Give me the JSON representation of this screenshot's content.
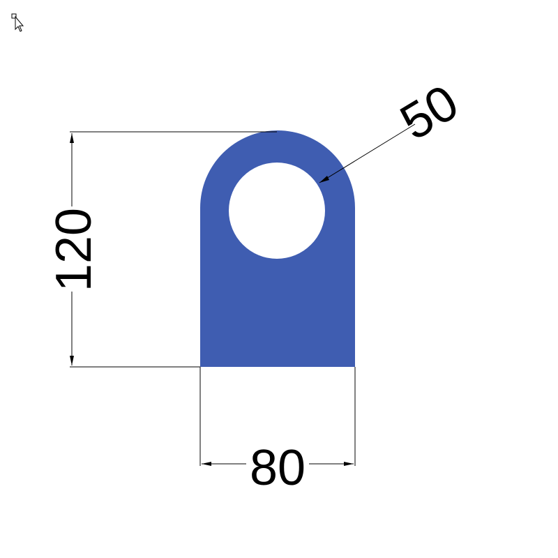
{
  "drawing": {
    "dimensions": {
      "height_label": "120",
      "width_label": "80",
      "hole_label": "50"
    },
    "colors": {
      "part_fill": "#3f5db1",
      "hole_fill": "#ffffff",
      "line": "#000000",
      "background": "#ffffff"
    },
    "icons": {
      "cursor": "select-cursor-icon"
    }
  }
}
